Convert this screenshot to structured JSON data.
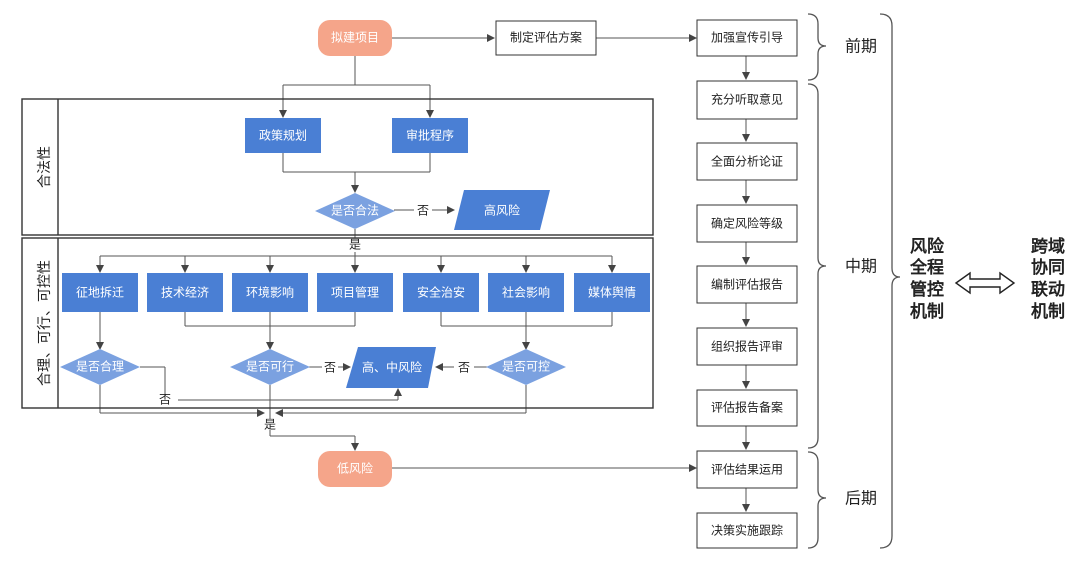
{
  "flow": {
    "start": "拟建项目",
    "plan": "制定评估方案",
    "legality_decision": "是否合法",
    "high_risk": "高风险",
    "mid_high_risk": "高、中风险",
    "low_risk": "低风险",
    "legality_items": [
      "政策规划",
      "审批程序"
    ],
    "factors": [
      "征地拆迁",
      "技术经济",
      "环境影响",
      "项目管理",
      "安全治安",
      "社会影响",
      "媒体舆情"
    ],
    "decisions": [
      "是否合理",
      "是否可行",
      "是否可控"
    ],
    "yes": "是",
    "no": "否"
  },
  "panels": {
    "legality": "合法性",
    "rational": "合理、可行、可控性"
  },
  "steps": [
    "加强宣传引导",
    "充分听取意见",
    "全面分析论证",
    "确定风险等级",
    "编制评估报告",
    "组织报告评审",
    "评估报告备案",
    "评估结果运用",
    "决策实施跟踪"
  ],
  "phases": [
    "前期",
    "中期",
    "后期"
  ],
  "mechanism": {
    "left": [
      "风险",
      "全程",
      "管控",
      "机制"
    ],
    "right": [
      "跨域",
      "协同",
      "联动",
      "机制"
    ]
  },
  "colors": {
    "blue": "#4a7fd4",
    "diamond": "#7ba1e0",
    "salmon": "#f5a58a",
    "line": "#555555"
  }
}
